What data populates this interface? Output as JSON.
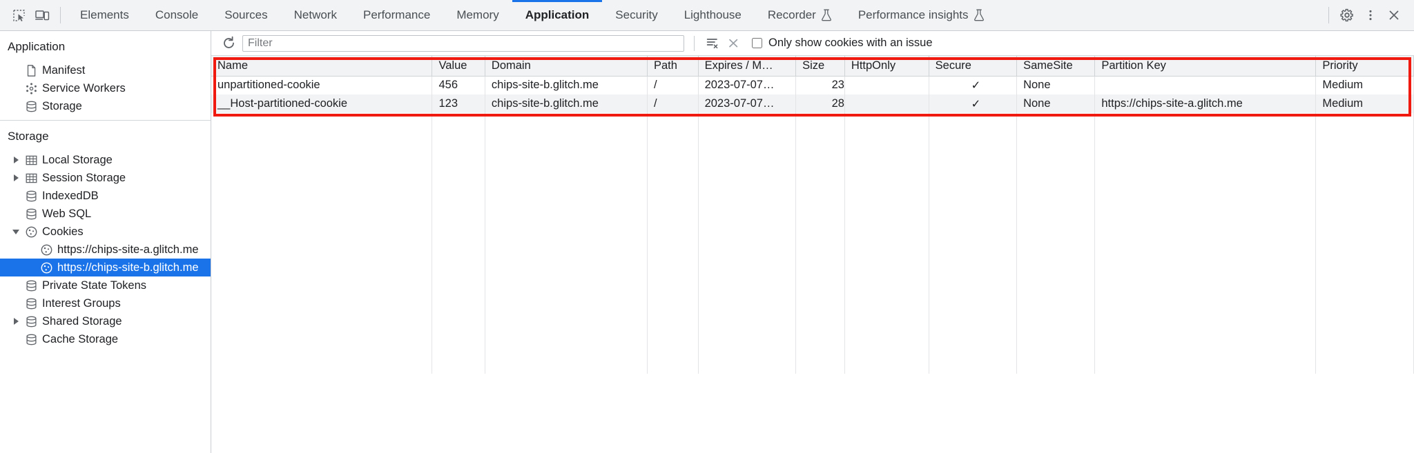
{
  "toolbar": {
    "inspect_icon": "inspect-element-icon",
    "device_icon": "device-toolbar-icon",
    "tabs": [
      {
        "label": "Elements",
        "active": false,
        "experimental": false
      },
      {
        "label": "Console",
        "active": false,
        "experimental": false
      },
      {
        "label": "Sources",
        "active": false,
        "experimental": false
      },
      {
        "label": "Network",
        "active": false,
        "experimental": false
      },
      {
        "label": "Performance",
        "active": false,
        "experimental": false
      },
      {
        "label": "Memory",
        "active": false,
        "experimental": false
      },
      {
        "label": "Application",
        "active": true,
        "experimental": false
      },
      {
        "label": "Security",
        "active": false,
        "experimental": false
      },
      {
        "label": "Lighthouse",
        "active": false,
        "experimental": false
      },
      {
        "label": "Recorder",
        "active": false,
        "experimental": true
      },
      {
        "label": "Performance insights",
        "active": false,
        "experimental": true
      }
    ],
    "settings_icon": "gear-icon",
    "more_icon": "kebab-menu-icon",
    "close_icon": "close-icon",
    "active_tab_color": "#1a73e8"
  },
  "sidebar": {
    "application_title": "Application",
    "application_items": [
      {
        "label": "Manifest",
        "icon": "document-icon",
        "selected": false
      },
      {
        "label": "Service Workers",
        "icon": "service-workers-icon",
        "selected": false
      },
      {
        "label": "Storage",
        "icon": "database-icon",
        "selected": false
      }
    ],
    "storage_title": "Storage",
    "storage_items": [
      {
        "label": "Local Storage",
        "icon": "table-icon",
        "twisty": "closed",
        "indent": 0,
        "selected": false
      },
      {
        "label": "Session Storage",
        "icon": "table-icon",
        "twisty": "closed",
        "indent": 0,
        "selected": false
      },
      {
        "label": "IndexedDB",
        "icon": "database-icon",
        "twisty": "none",
        "indent": 0,
        "selected": false
      },
      {
        "label": "Web SQL",
        "icon": "database-icon",
        "twisty": "none",
        "indent": 0,
        "selected": false
      },
      {
        "label": "Cookies",
        "icon": "cookie-icon",
        "twisty": "open",
        "indent": 0,
        "selected": false
      },
      {
        "label": "https://chips-site-a.glitch.me",
        "icon": "cookie-icon",
        "twisty": "none",
        "indent": 1,
        "selected": false
      },
      {
        "label": "https://chips-site-b.glitch.me",
        "icon": "cookie-icon",
        "twisty": "none",
        "indent": 1,
        "selected": true
      },
      {
        "label": "Private State Tokens",
        "icon": "database-icon",
        "twisty": "none",
        "indent": 0,
        "selected": false
      },
      {
        "label": "Interest Groups",
        "icon": "database-icon",
        "twisty": "none",
        "indent": 0,
        "selected": false
      },
      {
        "label": "Shared Storage",
        "icon": "database-icon",
        "twisty": "closed",
        "indent": 0,
        "selected": false
      },
      {
        "label": "Cache Storage",
        "icon": "database-icon",
        "twisty": "none",
        "indent": 0,
        "selected": false
      }
    ],
    "selected_color": "#1a73e8"
  },
  "filterbar": {
    "refresh_icon": "refresh-icon",
    "filter_placeholder": "Filter",
    "filter_value": "",
    "clear_filtered_icon": "clear-filtered-cookies-icon",
    "clear_all_icon": "clear-all-cookies-icon",
    "issue_checkbox_label": "Only show cookies with an issue",
    "issue_checkbox_checked": false
  },
  "cookie_table": {
    "highlight_color": "#f01a10",
    "columns": [
      "Name",
      "Value",
      "Domain",
      "Path",
      "Expires / M…",
      "Size",
      "HttpOnly",
      "Secure",
      "SameSite",
      "Partition Key",
      "Priority"
    ],
    "rows": [
      {
        "name": "unpartitioned-cookie",
        "value": "456",
        "domain": "chips-site-b.glitch.me",
        "path": "/",
        "expires": "2023-07-07…",
        "size": "23",
        "httponly": "",
        "secure": "✓",
        "samesite": "None",
        "partition_key": "",
        "priority": "Medium"
      },
      {
        "name": "__Host-partitioned-cookie",
        "value": "123",
        "domain": "chips-site-b.glitch.me",
        "path": "/",
        "expires": "2023-07-07…",
        "size": "28",
        "httponly": "",
        "secure": "✓",
        "samesite": "None",
        "partition_key": "https://chips-site-a.glitch.me",
        "priority": "Medium"
      }
    ]
  }
}
